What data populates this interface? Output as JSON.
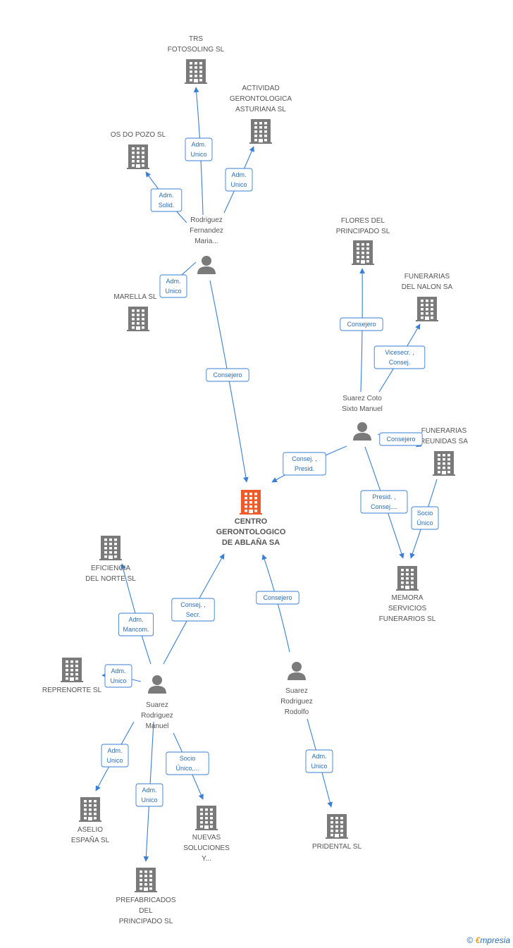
{
  "colors": {
    "building": "#7a7a7a",
    "main": "#f05a28",
    "person": "#7a7a7a",
    "edge": "#3a7fd5",
    "label_border": "#3a7fd5"
  },
  "nodes": [
    {
      "id": "centro",
      "type": "main",
      "lines": [
        "CENTRO",
        "GERONTOLOGICO",
        "DE ABLAÑA SA"
      ]
    },
    {
      "id": "trs",
      "type": "company",
      "lines": [
        "TRS",
        "FOTOSOLING SL"
      ]
    },
    {
      "id": "actividad",
      "type": "company",
      "lines": [
        "ACTIVIDAD",
        "GERONTOLOGICA",
        "ASTURIANA SL"
      ]
    },
    {
      "id": "osdopozo",
      "type": "company",
      "lines": [
        "OS DO POZO SL"
      ]
    },
    {
      "id": "marella",
      "type": "company",
      "lines": [
        "MARELLA  SL"
      ]
    },
    {
      "id": "rodriguez",
      "type": "person",
      "lines": [
        "Rodriguez",
        "Fernandez",
        "Maria..."
      ]
    },
    {
      "id": "flores",
      "type": "company",
      "lines": [
        "FLORES DEL",
        "PRINCIPADO SL"
      ]
    },
    {
      "id": "funnalon",
      "type": "company",
      "lines": [
        "FUNERARIAS",
        "DEL NALON SA"
      ]
    },
    {
      "id": "suarezcoto",
      "type": "person",
      "lines": [
        "Suarez Coto",
        "Sixto Manuel"
      ]
    },
    {
      "id": "funreunidas",
      "type": "company",
      "lines": [
        "FUNERARIAS",
        "REUNIDAS SA"
      ]
    },
    {
      "id": "memora",
      "type": "company",
      "lines": [
        "MEMORA",
        "SERVICIOS",
        "FUNERARIOS  SL"
      ]
    },
    {
      "id": "eficiencia",
      "type": "company",
      "lines": [
        "EFICIENCIA",
        "DEL NORTE  SL"
      ]
    },
    {
      "id": "reprenorte",
      "type": "company",
      "lines": [
        "REPRENORTE SL"
      ]
    },
    {
      "id": "suarezmanuel",
      "type": "person",
      "lines": [
        "Suarez",
        "Rodriguez",
        "Manuel"
      ]
    },
    {
      "id": "suarezrodolfo",
      "type": "person",
      "lines": [
        "Suarez",
        "Rodriguez",
        "Rodolfo"
      ]
    },
    {
      "id": "asel",
      "type": "company",
      "lines": [
        "ASELIO",
        "ESPAÑA SL"
      ]
    },
    {
      "id": "nuevas",
      "type": "company",
      "lines": [
        "NUEVAS",
        "SOLUCIONES",
        "Y..."
      ]
    },
    {
      "id": "prefab",
      "type": "company",
      "lines": [
        "PREFABRICADOS",
        "DEL",
        "PRINCIPADO SL"
      ]
    },
    {
      "id": "pridental",
      "type": "company",
      "lines": [
        "PRIDENTAL SL"
      ]
    }
  ],
  "edges": [
    {
      "from": "rodriguez",
      "to": "trs",
      "label": [
        "Adm.",
        "Unico"
      ]
    },
    {
      "from": "rodriguez",
      "to": "actividad",
      "label": [
        "Adm.",
        "Unico"
      ]
    },
    {
      "from": "rodriguez",
      "to": "osdopozo",
      "label": [
        "Adm.",
        "Solid."
      ]
    },
    {
      "from": "rodriguez",
      "to": "marella",
      "label": [
        "Adm.",
        "Unico"
      ]
    },
    {
      "from": "rodriguez",
      "to": "centro",
      "label": [
        "Consejero"
      ]
    },
    {
      "from": "suarezcoto",
      "to": "flores",
      "label": [
        "Consejero"
      ]
    },
    {
      "from": "suarezcoto",
      "to": "funnalon",
      "label": [
        "Vicesecr. ,",
        "Consej."
      ]
    },
    {
      "from": "suarezcoto",
      "to": "funreunidas",
      "label": [
        "Consejero"
      ]
    },
    {
      "from": "suarezcoto",
      "to": "centro",
      "label": [
        "Consej. ,",
        "Presid."
      ]
    },
    {
      "from": "suarezcoto",
      "to": "memora",
      "label": [
        "Presid. ,",
        "Consej...."
      ]
    },
    {
      "from": "funreunidas",
      "to": "memora",
      "label": [
        "Socio",
        "Único"
      ]
    },
    {
      "from": "suarezmanuel",
      "to": "eficiencia",
      "label": [
        "Adm.",
        "Mancom."
      ]
    },
    {
      "from": "suarezmanuel",
      "to": "centro",
      "label": [
        "Consej. ,",
        "Secr."
      ]
    },
    {
      "from": "suarezmanuel",
      "to": "reprenorte",
      "label": [
        "Adm.",
        "Unico"
      ]
    },
    {
      "from": "suarezmanuel",
      "to": "asel",
      "label": [
        "Adm.",
        "Unico"
      ]
    },
    {
      "from": "suarezmanuel",
      "to": "prefab",
      "label": [
        "Adm.",
        "Unico"
      ]
    },
    {
      "from": "suarezmanuel",
      "to": "nuevas",
      "label": [
        "Socio",
        "Único,..."
      ]
    },
    {
      "from": "suarezrodolfo",
      "to": "centro",
      "label": [
        "Consejero"
      ]
    },
    {
      "from": "suarezrodolfo",
      "to": "pridental",
      "label": [
        "Adm.",
        "Unico"
      ]
    }
  ],
  "footer": {
    "copyright": "©",
    "brand_first": "€",
    "brand_rest": "mpresia"
  }
}
